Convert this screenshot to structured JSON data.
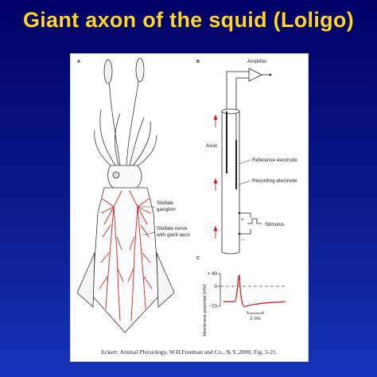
{
  "slide": {
    "title": "Giant axon of the squid (Loligo)"
  },
  "figure": {
    "panel_a": {
      "letter": "A"
    },
    "panel_b": {
      "letter": "B",
      "amplifier": "Amplifier",
      "axon": "Axon",
      "reference_electrode": "Reference electrode",
      "recording_electrode": "Recording electrode",
      "stimulus": "Stimulus",
      "plus": "+",
      "minus": "−"
    },
    "panel_a_labels": {
      "stellate_ganglion_line1": "Stellate",
      "stellate_ganglion_line2": "ganglion",
      "stellate_nerve_line1": "Stellate nerve",
      "stellate_nerve_line2": "with giant axon"
    },
    "panel_c": {
      "letter": "C",
      "ylabel": "Membrane potential (mV)",
      "tick_plus40": "+ 40",
      "tick_0": "0",
      "tick_minus70": "−70",
      "scale_bar": "2 ms"
    },
    "caption": "Eckert: Animal Physiology, W.H.Freeman and Co., N.Y.,2000, Fig. 5-21."
  },
  "colors": {
    "title": "#ffd23a",
    "nerve": "#d81e1e",
    "ink": "#222222"
  },
  "chart_data": {
    "type": "line",
    "title": "",
    "xlabel": "",
    "ylabel": "Membrane potential (mV)",
    "ylim": [
      -70,
      40
    ],
    "yticks": [
      "+ 40",
      "0",
      "−70"
    ],
    "series": [
      {
        "values_mV": [
          -55,
          -55,
          35,
          -70,
          -65,
          -60,
          -57,
          -55
        ]
      }
    ],
    "reference_line_mV": 0,
    "scale_bar": "2 ms"
  }
}
